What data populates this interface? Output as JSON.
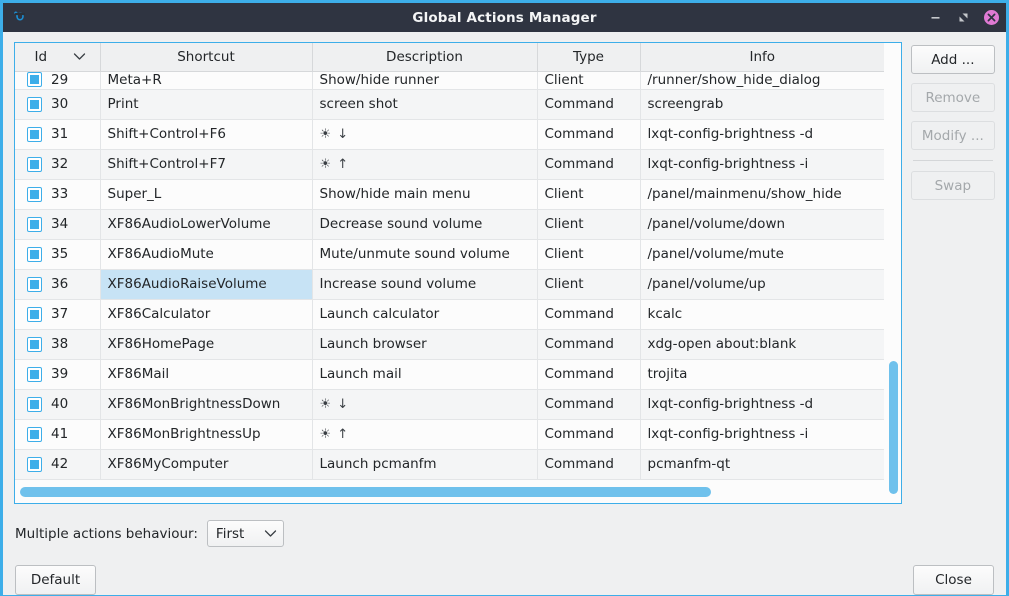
{
  "window": {
    "title": "Global Actions Manager",
    "icon": "app-swirl-icon",
    "minimize_label": "minimize-icon",
    "maximize_label": "maximize-icon",
    "close_label": "close-icon",
    "accent_color": "#3daee9",
    "titlebar_color": "#2f3441",
    "close_button_color": "#e87fd0"
  },
  "table": {
    "columns": [
      {
        "key": "id",
        "label": "Id",
        "sorted": true,
        "sort_direction": "descending-chevron"
      },
      {
        "key": "shortcut",
        "label": "Shortcut"
      },
      {
        "key": "description",
        "label": "Description"
      },
      {
        "key": "type",
        "label": "Type"
      },
      {
        "key": "info",
        "label": "Info"
      }
    ],
    "rows": [
      {
        "id": "29",
        "shortcut": "Meta+R",
        "description": "Show/hide runner",
        "type": "Client",
        "info": "/runner/show_hide_dialog",
        "checkbox": "checked-square-icon",
        "clipped": true
      },
      {
        "id": "30",
        "shortcut": "Print",
        "description": "screen shot",
        "type": "Command",
        "info": "screengrab",
        "checkbox": "checked-square-icon"
      },
      {
        "id": "31",
        "shortcut": "Shift+Control+F6",
        "description": "☀ ↓",
        "type": "Command",
        "info": "lxqt-config-brightness -d",
        "checkbox": "checked-square-icon"
      },
      {
        "id": "32",
        "shortcut": "Shift+Control+F7",
        "description": "☀ ↑",
        "type": "Command",
        "info": "lxqt-config-brightness -i",
        "checkbox": "checked-square-icon"
      },
      {
        "id": "33",
        "shortcut": "Super_L",
        "description": "Show/hide main menu",
        "type": "Client",
        "info": "/panel/mainmenu/show_hide",
        "checkbox": "checked-square-icon"
      },
      {
        "id": "34",
        "shortcut": "XF86AudioLowerVolume",
        "description": "Decrease sound volume",
        "type": "Client",
        "info": "/panel/volume/down",
        "checkbox": "checked-square-icon"
      },
      {
        "id": "35",
        "shortcut": "XF86AudioMute",
        "description": "Mute/unmute sound volume",
        "type": "Client",
        "info": "/panel/volume/mute",
        "checkbox": "checked-square-icon"
      },
      {
        "id": "36",
        "shortcut": "XF86AudioRaiseVolume",
        "description": "Increase sound volume",
        "type": "Client",
        "info": "/panel/volume/up",
        "checkbox": "checked-square-icon",
        "selected": true
      },
      {
        "id": "37",
        "shortcut": "XF86Calculator",
        "description": "Launch calculator",
        "type": "Command",
        "info": "kcalc",
        "checkbox": "checked-square-icon"
      },
      {
        "id": "38",
        "shortcut": "XF86HomePage",
        "description": "Launch browser",
        "type": "Command",
        "info": "xdg-open about:blank",
        "checkbox": "checked-square-icon"
      },
      {
        "id": "39",
        "shortcut": "XF86Mail",
        "description": "Launch mail",
        "type": "Command",
        "info": "trojita",
        "checkbox": "checked-square-icon"
      },
      {
        "id": "40",
        "shortcut": "XF86MonBrightnessDown",
        "description": "☀ ↓",
        "type": "Command",
        "info": "lxqt-config-brightness -d",
        "checkbox": "checked-square-icon"
      },
      {
        "id": "41",
        "shortcut": "XF86MonBrightnessUp",
        "description": "☀ ↑",
        "type": "Command",
        "info": "lxqt-config-brightness -i",
        "checkbox": "checked-square-icon"
      },
      {
        "id": "42",
        "shortcut": "XF86MyComputer",
        "description": "Launch pcmanfm",
        "type": "Command",
        "info": "pcmanfm-qt",
        "checkbox": "checked-square-icon"
      }
    ],
    "vertical_scrollbar": "vertical-scrollbar",
    "horizontal_scrollbar": "horizontal-scrollbar"
  },
  "side_buttons": [
    {
      "label": "Add ...",
      "name": "add-button",
      "enabled": true
    },
    {
      "label": "Remove",
      "name": "remove-button",
      "enabled": false
    },
    {
      "label": "Modify ...",
      "name": "modify-button",
      "enabled": false
    },
    {
      "label": "Swap",
      "name": "swap-button",
      "enabled": false
    }
  ],
  "behaviour": {
    "label": "Multiple actions behaviour:",
    "value": "First"
  },
  "footer": {
    "default_label": "Default",
    "close_label": "Close"
  }
}
